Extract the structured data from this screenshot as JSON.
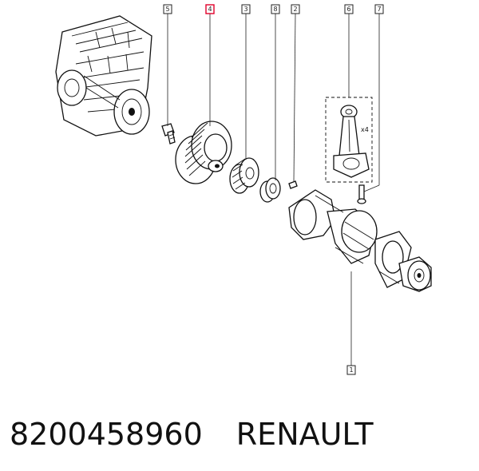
{
  "callouts": [
    {
      "label": "5",
      "highlighted": false
    },
    {
      "label": "4",
      "highlighted": true
    },
    {
      "label": "3",
      "highlighted": false
    },
    {
      "label": "8",
      "highlighted": false
    },
    {
      "label": "2",
      "highlighted": false
    },
    {
      "label": "6",
      "highlighted": false
    },
    {
      "label": "7",
      "highlighted": false
    },
    {
      "label": "1",
      "highlighted": false
    }
  ],
  "quantity_note": "x4",
  "part_number": "8200458960",
  "brand": "RENAULT",
  "colors": {
    "highlight": "#e0002a",
    "line": "#111111"
  }
}
